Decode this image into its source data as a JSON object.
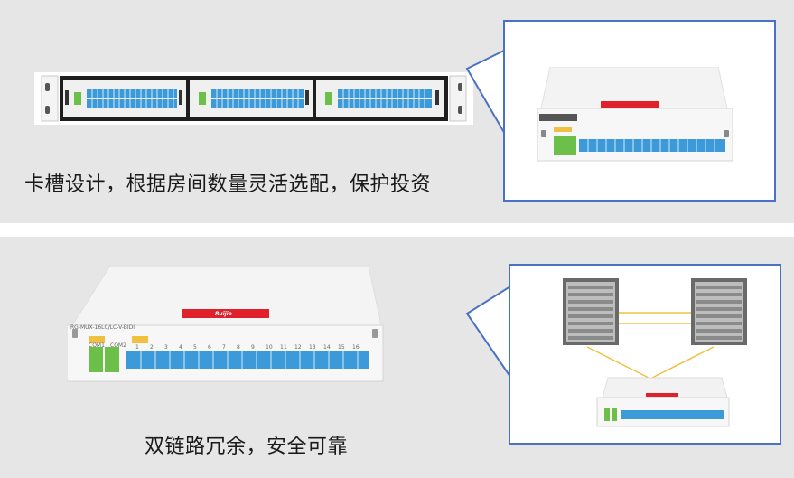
{
  "top": {
    "caption": "卡槽设计，根据房间数量灵活选配，保护投资"
  },
  "bottom": {
    "caption": "双链路冗余，安全可靠"
  },
  "module": {
    "model_label": "RG-MUX-16LC/LC-V-BIDI",
    "brand_logo": "Ruijie",
    "port_numbers": [
      "1",
      "2",
      "3",
      "4",
      "5",
      "6",
      "7",
      "8",
      "9",
      "10",
      "11",
      "12",
      "13",
      "14",
      "15",
      "16"
    ],
    "com_labels": [
      "COM1",
      "COM2"
    ]
  },
  "colors": {
    "accent_border": "#4a72c4",
    "port_blue": "#3c9ad8",
    "port_green": "#6cc04a",
    "brand_red": "#e0202a",
    "link_yellow": "#f0c040"
  },
  "icons": [
    "rack-chassis-icon",
    "mux-module-icon",
    "switch-chassis-icon",
    "laser-warning-icon"
  ]
}
